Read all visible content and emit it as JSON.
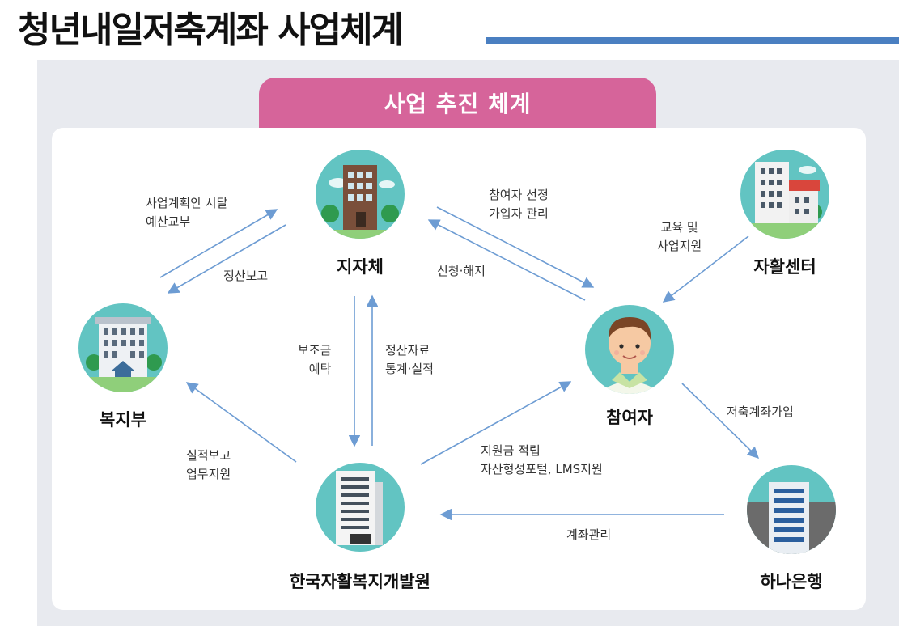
{
  "page": {
    "title": "청년내일저축계좌 사업체계"
  },
  "banner": {
    "title": "사업 추진 체계"
  },
  "nodes": {
    "municipality": "지자체",
    "ministry": "복지부",
    "self_support_center": "자활센터",
    "participant": "참여자",
    "institute": "한국자활복지개발원",
    "bank": "하나은행"
  },
  "edges": {
    "plan_budget_1": "사업계획안 시달",
    "plan_budget_2": "예산교부",
    "settlement_report": "정산보고",
    "select_1": "참여자 선정",
    "select_2": "가입자 관리",
    "apply_cancel": "신청·해지",
    "edu_1": "교육 및",
    "edu_2": "사업지원",
    "subsidy_1": "보조금",
    "subsidy_2": "예탁",
    "settle_data_1": "정산자료",
    "settle_data_2": "통계·실적",
    "perf_1": "실적보고",
    "perf_2": "업무지원",
    "support_1": "지원금 적립",
    "support_2": "자산형성포털, LMS지원",
    "join": "저축계좌가입",
    "account_mgmt": "계좌관리"
  },
  "colors": {
    "title_rule": "#4a7fc1",
    "banner": "#d6649a",
    "panel": "#e8eaef",
    "arrow": "#6d9cd3",
    "icon_circle": "#62c4c2"
  },
  "icons": [
    "building-icon",
    "government-building-icon",
    "hospital-building-icon",
    "person-icon",
    "office-tower-icon",
    "bank-tower-icon"
  ]
}
